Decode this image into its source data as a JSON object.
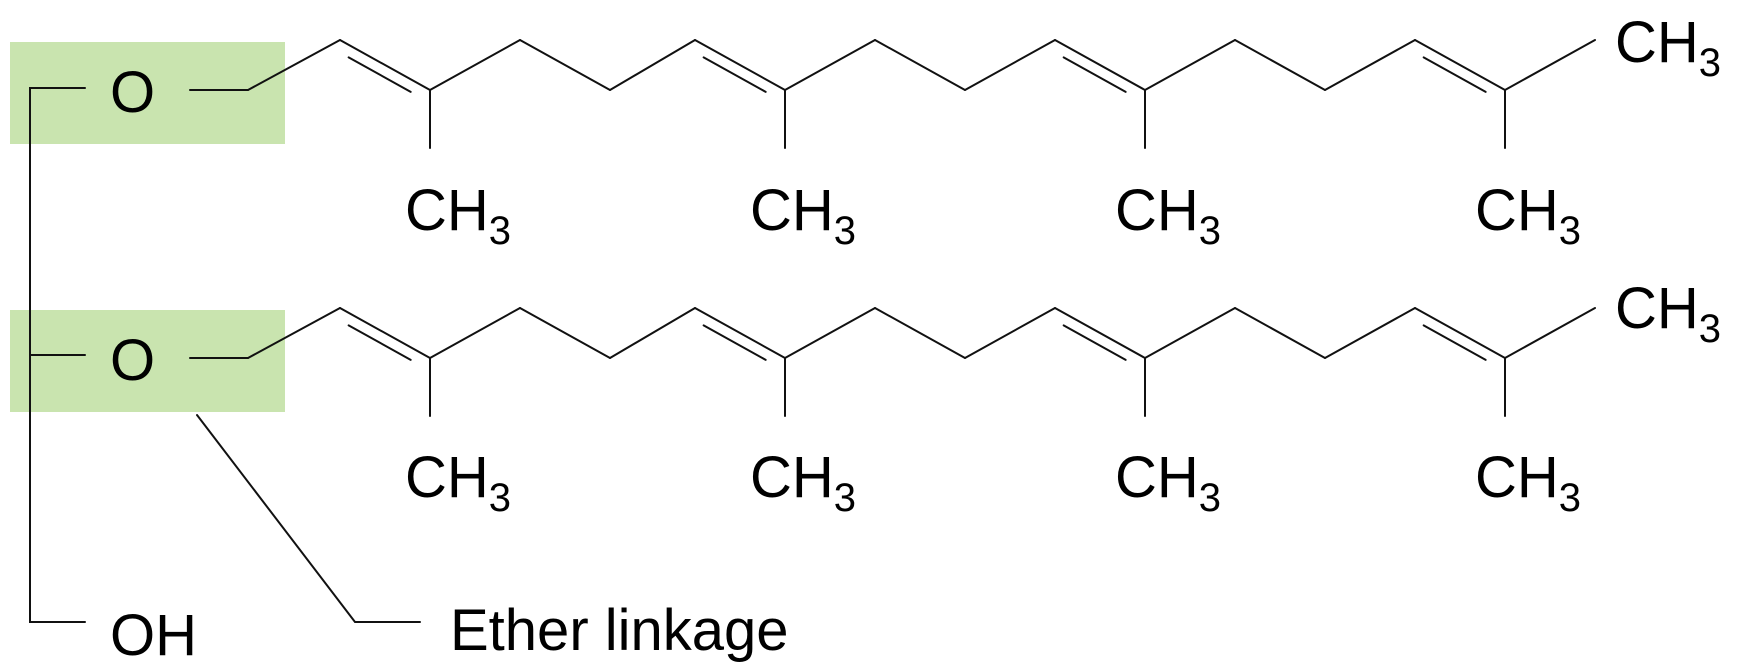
{
  "colors": {
    "highlight": "#a5d27a",
    "bond": "#111111",
    "text": "#000000"
  },
  "labels": {
    "oxygen": "O",
    "hydroxyl": "OH",
    "ether_linkage": "Ether linkage",
    "methyl_base": "CH",
    "methyl_sub": "3"
  }
}
